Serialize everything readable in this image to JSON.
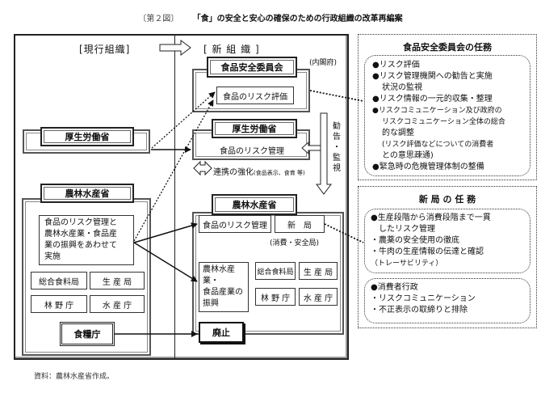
{
  "figure": {
    "number": "〔第２図〕",
    "title": "「食」の安全と安心の確保のための行政組織の改革再編案"
  },
  "current_org": {
    "heading": "[現行組織]",
    "mhlw": "厚生労働省",
    "maff": "農林水産省",
    "maff_description": [
      "食品のリスク管理と",
      "農林水産業・食品産",
      "業の振興をあわせて",
      "実施"
    ],
    "bureaus": [
      "総合食料局",
      "生 産 局",
      "林 野 庁",
      "水 産 庁"
    ],
    "food_agency": "食糧庁"
  },
  "new_org": {
    "heading": "[ 新 組 織 ]",
    "fsc": "食品安全委員会",
    "fsc_parent": "(内閣府)",
    "fsc_role": "食品のリスク評価",
    "mhlw": "厚生労働省",
    "mhlw_role": "食品のリスク管理",
    "advice_label": [
      "勧告",
      "・",
      "監視"
    ],
    "cooperation": "連携の強化",
    "cooperation_note": "(食品表示、食育 等)",
    "maff": "農林水産省",
    "maff_risk_role": "食品のリスク管理",
    "new_bureau": "新　局",
    "new_bureau_note": "(消費・安全局)",
    "maff_promotion": [
      "農林水産業・",
      "食品産業の",
      "振興"
    ],
    "bureaus": [
      "総合食料局",
      "生 産 局",
      "林 野 庁",
      "水 産 庁"
    ],
    "abolished": "廃止"
  },
  "fsc_tasks": {
    "title": "食品安全委員会の任務",
    "items": [
      {
        "bullet": "●",
        "text": "リスク評価"
      },
      {
        "bullet": "●",
        "text": "リスク管理機関への勧告と実施"
      },
      {
        "bullet": "",
        "text": "状況の監視",
        "indent": true
      },
      {
        "bullet": "●",
        "text": "リスク情報の一元的収集・整理"
      },
      {
        "bullet": "●",
        "text": "リスクコミュニケーション及び政府の"
      },
      {
        "bullet": "",
        "text": "リスクコミュニケーション全体の総合",
        "indent": true
      },
      {
        "bullet": "",
        "text": "的な調整",
        "indent": true
      },
      {
        "bullet": "",
        "text": "(リスク評価などについての消費者",
        "indent": true
      },
      {
        "bullet": "",
        "text": " との意思疎通)",
        "indent": true
      },
      {
        "bullet": "●",
        "text": "緊急時の危機管理体制の整備"
      }
    ]
  },
  "new_bureau_tasks": {
    "title": "新 局 の 任 務",
    "group1": [
      "●生産段階から消費段階まで一貫",
      "　したリスク管理",
      "・農薬の安全使用の徹底",
      "・牛肉の生産情報の伝達と確認",
      "（トレーサビリティ）"
    ],
    "group2": [
      "●消費者行政",
      "・リスクコミュニケーション",
      "・不正表示の取締りと排除"
    ]
  },
  "source": "資料：農林水産省作成。"
}
